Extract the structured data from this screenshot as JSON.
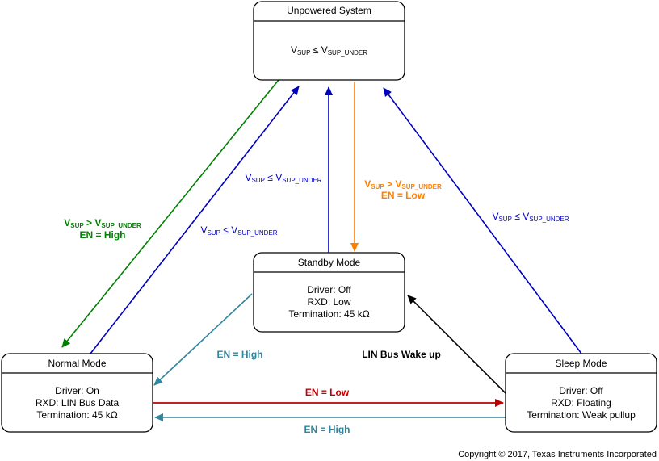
{
  "states": {
    "unpowered": {
      "title": "Unpowered System",
      "condition": {
        "v": "V",
        "sup": "SUP",
        "op": "≤",
        "v2": "V",
        "sup2": "SUP_UNDER"
      }
    },
    "standby": {
      "title": "Standby Mode",
      "lines": [
        "Driver: Off",
        "RXD: Low",
        "Termination: 45 kΩ"
      ]
    },
    "normal": {
      "title": "Normal Mode",
      "lines": [
        "Driver: On",
        "RXD: LIN Bus Data",
        "Termination: 45 kΩ"
      ]
    },
    "sleep": {
      "title": "Sleep Mode",
      "lines": [
        "Driver: Off",
        "RXD: Floating",
        "Termination: Weak pullup"
      ]
    }
  },
  "transitions": {
    "normal_to_unpowered": {
      "sub1": "SUP",
      "op": "≤",
      "sub2": "SUP_UNDER"
    },
    "unpowered_to_normal": {
      "sub1": "SUP",
      "op": ">",
      "sub2": "SUP_UNDER",
      "en": "EN = High"
    },
    "standby_to_unpowered": {
      "sub1": "SUP",
      "op": "≤",
      "sub2": "SUP_UNDER"
    },
    "unpowered_to_standby": {
      "sub1": "SUP",
      "op": ">",
      "sub2": "SUP_UNDER",
      "en": "EN = Low"
    },
    "sleep_to_unpowered": {
      "sub1": "SUP",
      "op": "≤",
      "sub2": "SUP_UNDER"
    },
    "standby_to_normal": {
      "label": "EN = High"
    },
    "sleep_to_standby": {
      "label": "LIN Bus Wake up"
    },
    "normal_to_sleep": {
      "label": "EN = Low"
    },
    "sleep_to_normal": {
      "label": "EN = High"
    },
    "v_letter": "V"
  },
  "colors": {
    "green": "#008000",
    "blue": "#0000c0",
    "orange": "#ff7f00",
    "teal": "#31859c",
    "red": "#c00000",
    "black": "#000000"
  },
  "copyright": "Copyright © 2017, Texas Instruments Incorporated"
}
